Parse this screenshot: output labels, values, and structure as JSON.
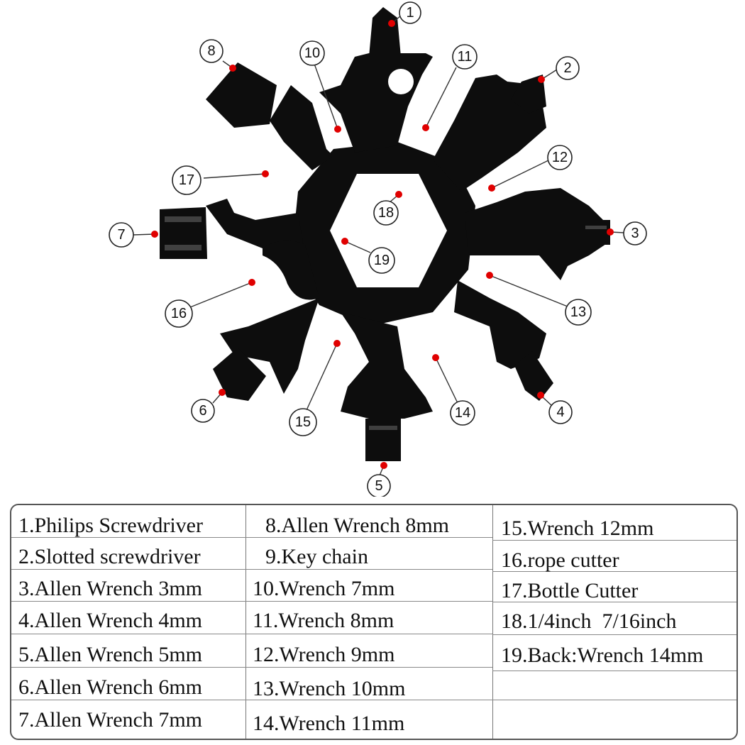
{
  "callouts": [
    {
      "num": "1"
    },
    {
      "num": "2"
    },
    {
      "num": "3"
    },
    {
      "num": "4"
    },
    {
      "num": "5"
    },
    {
      "num": "6"
    },
    {
      "num": "7"
    },
    {
      "num": "8"
    },
    {
      "num": "10"
    },
    {
      "num": "11"
    },
    {
      "num": "12"
    },
    {
      "num": "13"
    },
    {
      "num": "14"
    },
    {
      "num": "15"
    },
    {
      "num": "16"
    },
    {
      "num": "17"
    },
    {
      "num": "18"
    },
    {
      "num": "19"
    }
  ],
  "legend": {
    "col1": [
      "1.Philips Screwdriver",
      "2.Slotted screwdriver",
      "3.Allen Wrench 3mm",
      "4.Allen Wrench 4mm",
      "5.Allen Wrench 5mm",
      "6.Allen Wrench 6mm",
      "7.Allen Wrench 7mm"
    ],
    "col2": [
      "8.Allen Wrench 8mm",
      "9.Key chain",
      "10.Wrench 7mm",
      "11.Wrench 8mm",
      "12.Wrench 9mm",
      "13.Wrench 10mm",
      "14.Wrench 11mm"
    ],
    "col3": [
      "15.Wrench 12mm",
      "16.rope cutter",
      "17.Bottle Cutter",
      "18.1/4inch  7/16inch",
      "19.Back:Wrench 14mm"
    ]
  },
  "colors": {
    "tool": "#0d0d0d",
    "marker": "#e00000",
    "line": "#333333"
  }
}
